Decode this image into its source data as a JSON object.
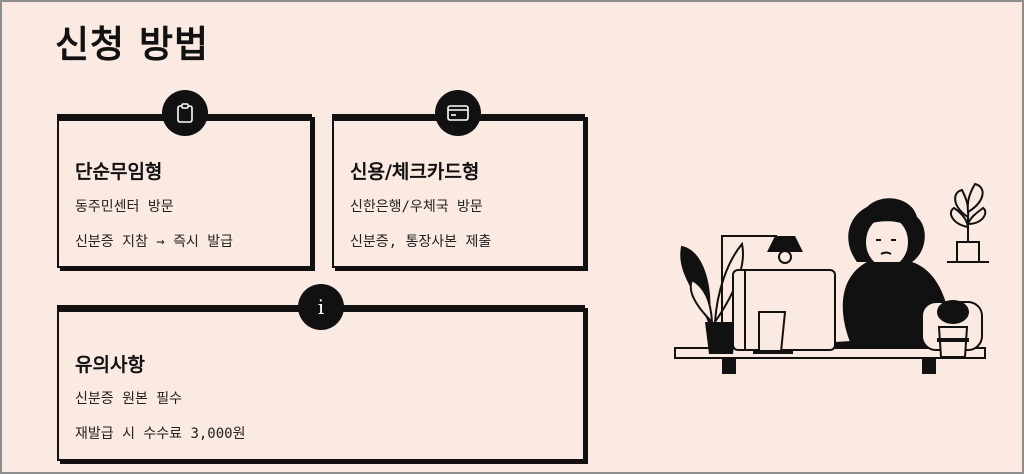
{
  "page": {
    "title": "신청 방법"
  },
  "cards": [
    {
      "icon": "clipboard-icon",
      "title": "단순무임형",
      "lines": [
        "동주민센터 방문",
        "신분증 지참 → 즉시 발급"
      ]
    },
    {
      "icon": "credit-card-icon",
      "title": "신용/체크카드형",
      "lines": [
        "신한은행/우체국 방문",
        "신분증, 통장사본 제출"
      ]
    },
    {
      "icon": "info-icon",
      "icon_glyph": "i",
      "title": "유의사항",
      "lines": [
        "신분증 원본 필수",
        "재발급 시 수수료 3,000원"
      ]
    }
  ],
  "colors": {
    "background": "#fbeae2",
    "ink": "#111111",
    "frame": "#8d8d8d"
  }
}
